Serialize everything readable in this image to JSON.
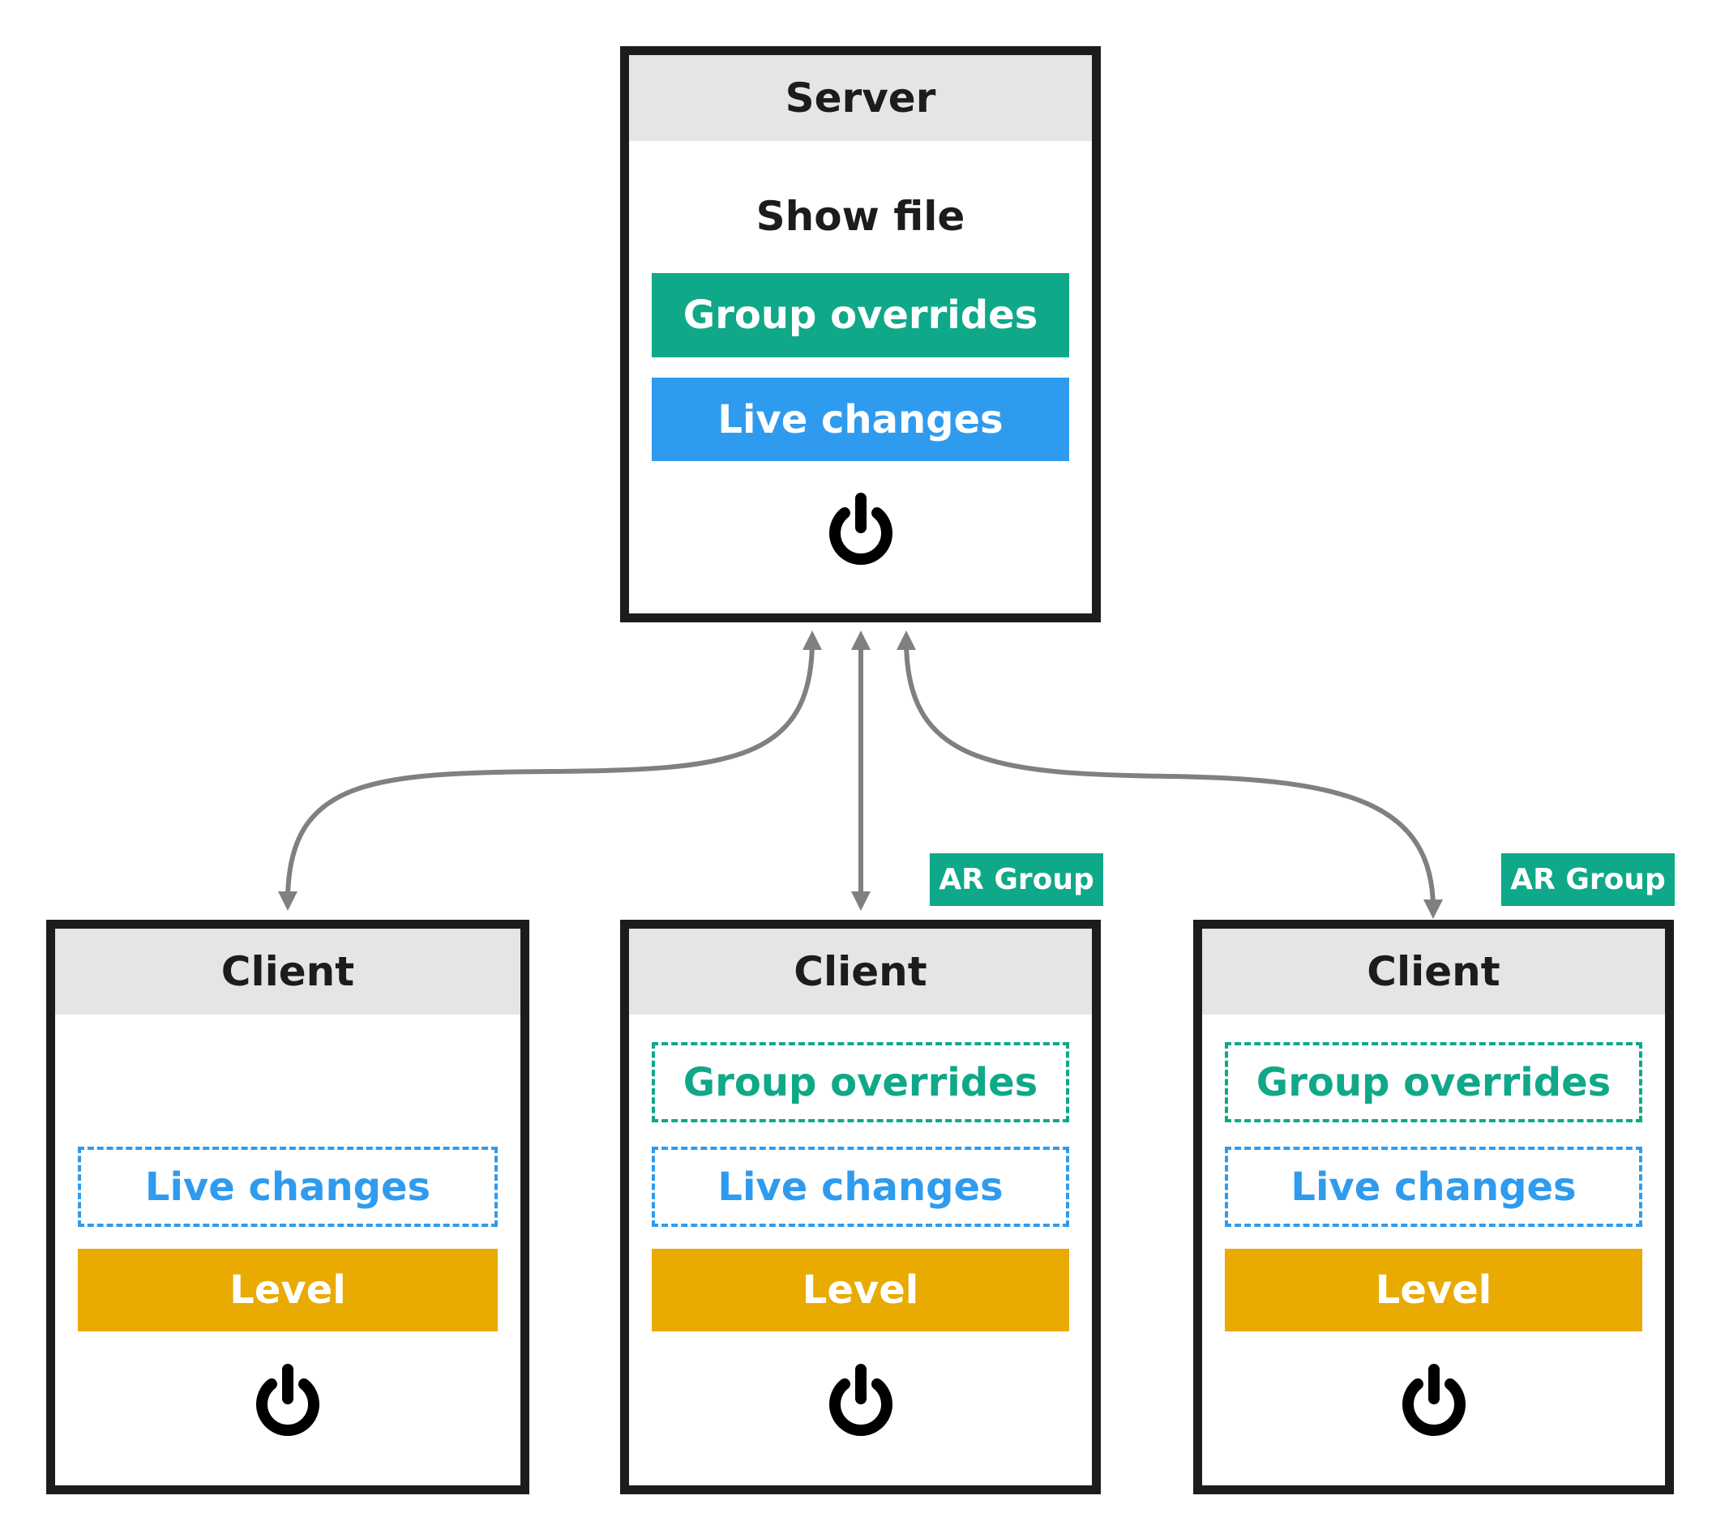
{
  "colors": {
    "green": "#0fa888",
    "blue": "#2f9bee",
    "amber": "#e9aa02",
    "border": "#1c1c1c",
    "header": "#e5e5e5",
    "arrow": "#808080"
  },
  "server": {
    "title": "Server",
    "show_file": "Show file",
    "group_overrides": "Group overrides",
    "live_changes": "Live changes",
    "icon": "power-icon"
  },
  "clients": [
    {
      "title": "Client",
      "live_changes": "Live changes",
      "level": "Level",
      "icon": "power-icon"
    },
    {
      "title": "Client",
      "tag": "AR Group",
      "group_overrides": "Group overrides",
      "live_changes": "Live changes",
      "level": "Level",
      "icon": "power-icon"
    },
    {
      "title": "Client",
      "tag": "AR Group",
      "group_overrides": "Group overrides",
      "live_changes": "Live changes",
      "level": "Level",
      "icon": "power-icon"
    }
  ]
}
